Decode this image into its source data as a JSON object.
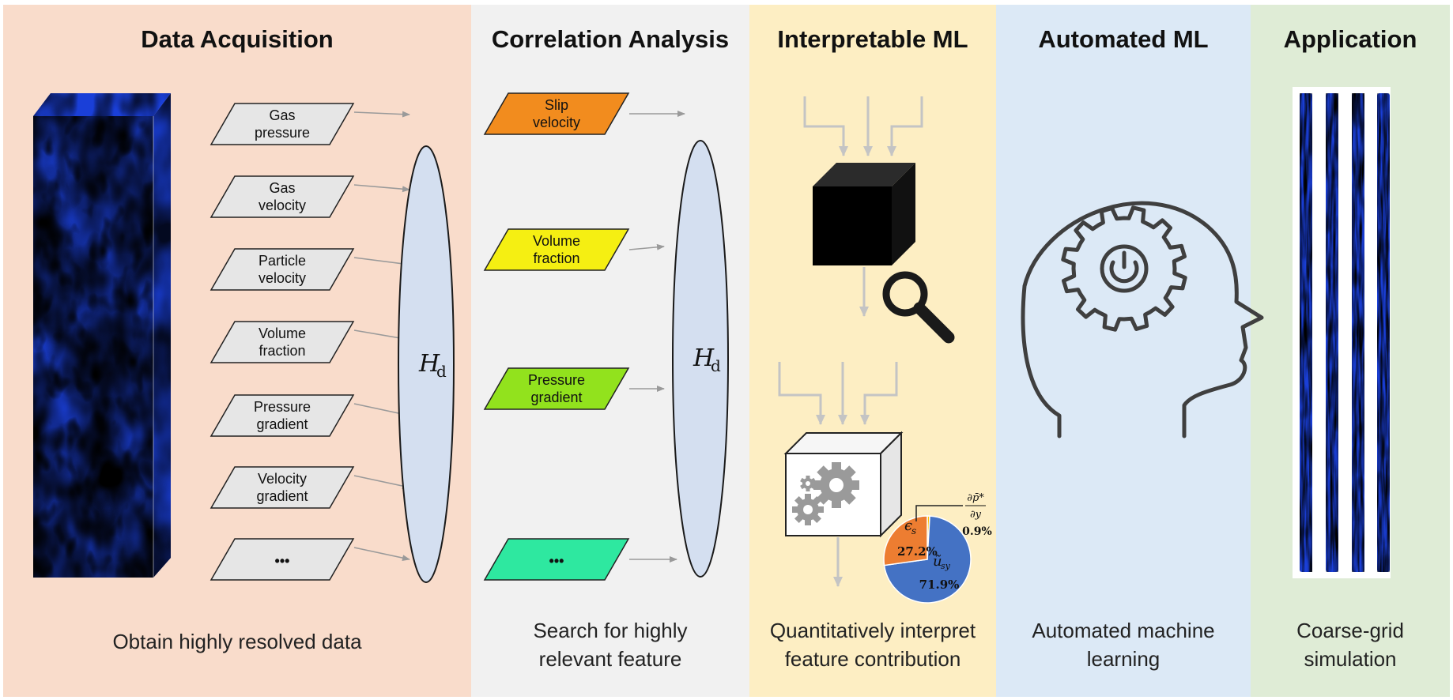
{
  "panels": [
    {
      "title": "Data Acquisition",
      "caption": [
        "Obtain highly resolved data"
      ]
    },
    {
      "title": "Correlation Analysis",
      "caption": [
        "Search for highly",
        "relevant feature"
      ]
    },
    {
      "title": "Interpretable ML",
      "caption": [
        "Quantitatively interpret",
        "feature contribution"
      ]
    },
    {
      "title": "Automated ML",
      "caption": [
        "Automated machine",
        "learning"
      ]
    },
    {
      "title": "Application",
      "caption": [
        "Coarse-grid",
        "simulation"
      ]
    }
  ],
  "acquisition_features": [
    [
      "Gas",
      "pressure"
    ],
    [
      "Gas",
      "velocity"
    ],
    [
      "Particle",
      "velocity"
    ],
    [
      "Volume",
      "fraction"
    ],
    [
      "Pressure",
      "gradient"
    ],
    [
      "Velocity",
      "gradient"
    ],
    [
      "•••"
    ]
  ],
  "selected_features": [
    {
      "lines": [
        "Slip",
        "velocity"
      ],
      "color": "#f28c1e"
    },
    {
      "lines": [
        "Volume",
        "fraction"
      ],
      "color": "#f5ef12"
    },
    {
      "lines": [
        "Pressure",
        "gradient"
      ],
      "color": "#92e21d"
    },
    {
      "lines": [
        "•••"
      ],
      "color": "#2ee8a0"
    }
  ],
  "ellipse_label": {
    "main": "H",
    "sub": "d"
  },
  "pie": {
    "slices": [
      {
        "label": "ũ*sy",
        "value": 71.9,
        "text": "71.9%",
        "color": "#4472c4"
      },
      {
        "label": "εs",
        "value": 27.2,
        "text": "27.2%",
        "color": "#ed7d31"
      },
      {
        "label": "∂p*/∂y",
        "value": 0.9,
        "text": "0.9%",
        "color": "#ffc000"
      }
    ],
    "fraction_num": "∂p̄*",
    "fraction_den": "∂y",
    "slice_symbol_main": "ũ",
    "slice_symbol_sub": "sy",
    "eps_main": "ϵ",
    "eps_sub": "s"
  },
  "colors": {
    "field_blue": "#1a3fd8",
    "field_cyan": "#35d4d0",
    "field_red": "#e8242a",
    "field_yellow": "#f3e21a",
    "field_green": "#33c43a"
  }
}
